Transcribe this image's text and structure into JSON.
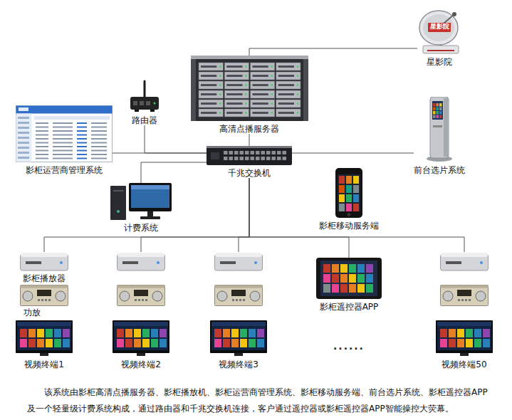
{
  "diagram": {
    "caption": "该系统由影柜高清点播服务器、影柜播放机、影柜运营商管理系统、影柜移动服务端、前台选片系统、影柜遥控器APP及一个轻量级计费系统构成，通过路由器和千兆交换机连接，客户通过遥控器或影柜遥控器APP智能操控大荧幕。",
    "nodes": [
      {
        "text": [
          "高清点播服务器"
        ]
      },
      {
        "text": [
          "星影院"
        ]
      },
      {
        "text": [
          "路由器"
        ]
      },
      {
        "text": [
          "影柜运营商管理系统"
        ]
      },
      {
        "text": [
          "千兆交换机"
        ]
      },
      {
        "text": [
          "前台选片系统"
        ]
      },
      {
        "text": [
          "计费系统"
        ]
      },
      {
        "text": [
          "影柜移动服务端"
        ]
      },
      {
        "text": [
          "影柜播放器",
          "功放",
          "视频终端1"
        ]
      },
      {
        "text": [
          "视频终端2"
        ]
      },
      {
        "text": [
          "视频终端3"
        ]
      },
      {
        "text": [
          "影柜遥控器APP"
        ]
      },
      {
        "text": [
          "视频终端50"
        ]
      }
    ],
    "edges": [
      {
        "from": 0,
        "to": 1,
        "arrow": "none"
      },
      {
        "from": 2,
        "to": 4,
        "arrow": "none"
      },
      {
        "from": 0,
        "to": 4,
        "arrow": "none"
      },
      {
        "from": 3,
        "to": 4,
        "arrow": "none"
      },
      {
        "from": 5,
        "to": 4,
        "arrow": "none"
      },
      {
        "from": 4,
        "to": 6,
        "arrow": "none"
      },
      {
        "from": 4,
        "to": 8,
        "arrow": "none"
      },
      {
        "from": 4,
        "to": 9,
        "arrow": "none"
      },
      {
        "from": 4,
        "to": 10,
        "arrow": "none"
      },
      {
        "from": 4,
        "to": 11,
        "arrow": "none"
      },
      {
        "from": 4,
        "to": 12,
        "arrow": "none"
      }
    ],
    "labels": [
      "星影院",
      "......"
    ]
  }
}
